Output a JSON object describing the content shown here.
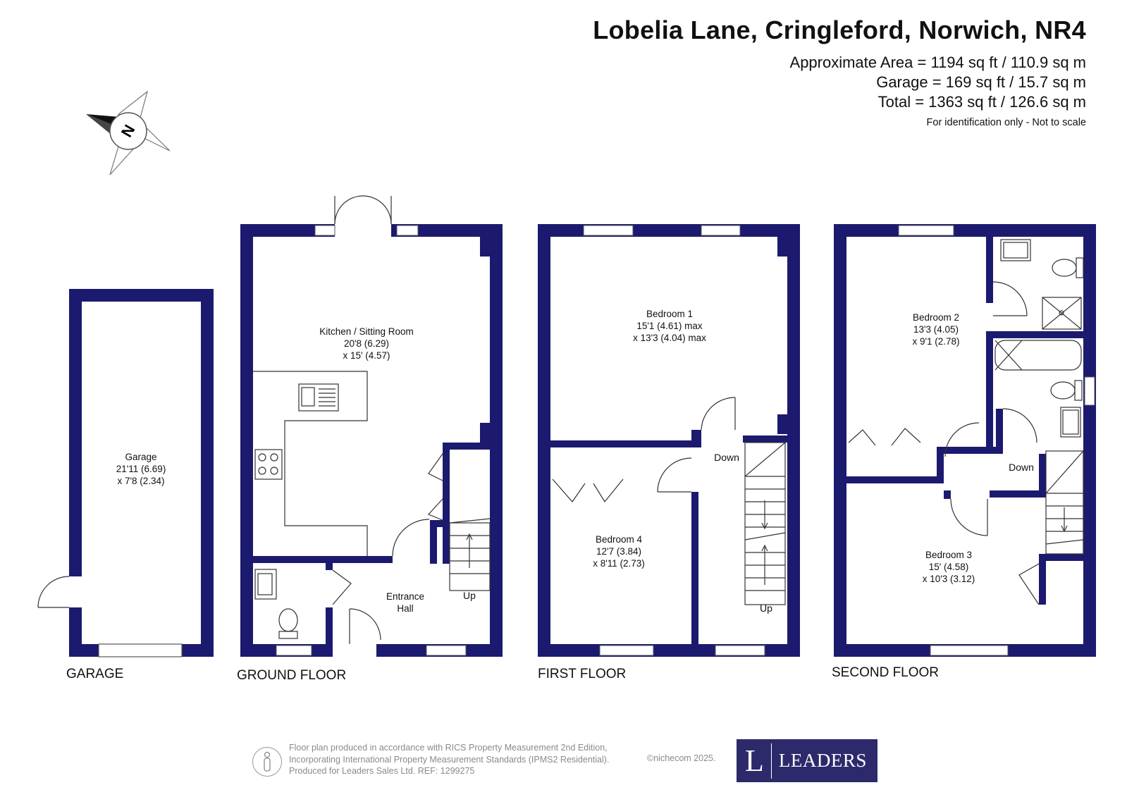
{
  "header": {
    "title": "Lobelia Lane, Cringleford, Norwich, NR4",
    "area_lines": [
      "Approximate Area = 1194 sq ft / 110.9 sq m",
      "Garage = 169 sq ft / 15.7 sq m",
      "Total = 1363 sq ft / 126.6 sq m"
    ],
    "note": "For identification only - Not to scale"
  },
  "compass": {
    "label": "N"
  },
  "colors": {
    "wall": "#1c1a6e",
    "window": "#ffffff",
    "fixture": "#555555"
  },
  "floors": {
    "garage": {
      "label": "GARAGE",
      "rooms": [
        {
          "name": "Garage",
          "dim1": "21'11 (6.69)",
          "dim2": "x 7'8 (2.34)"
        }
      ]
    },
    "ground": {
      "label": "GROUND FLOOR",
      "rooms": [
        {
          "name": "Kitchen / Sitting Room",
          "dim1": "20'8 (6.29)",
          "dim2": "x 15' (4.57)"
        },
        {
          "name": "Entrance",
          "dim1": "Hall",
          "dim2": ""
        }
      ],
      "stairs": "Up"
    },
    "first": {
      "label": "FIRST FLOOR",
      "rooms": [
        {
          "name": "Bedroom 1",
          "dim1": "15'1 (4.61) max",
          "dim2": "x 13'3 (4.04) max"
        },
        {
          "name": "Bedroom 4",
          "dim1": "12'7 (3.84)",
          "dim2": "x 8'11 (2.73)"
        }
      ],
      "stairs_down": "Down",
      "stairs_up": "Up"
    },
    "second": {
      "label": "SECOND FLOOR",
      "rooms": [
        {
          "name": "Bedroom 2",
          "dim1": "13'3 (4.05)",
          "dim2": "x 9'1 (2.78)"
        },
        {
          "name": "Bedroom 3",
          "dim1": "15' (4.58)",
          "dim2": "x 10'3 (3.12)"
        }
      ],
      "stairs_down": "Down"
    }
  },
  "footer": {
    "lines": [
      "Floor plan produced in accordance with RICS Property Measurement 2nd Edition,",
      "Incorporating International Property Measurement Standards (IPMS2 Residential).",
      "Produced for Leaders Sales Ltd.   REF:  1299275"
    ],
    "copyright": "©nichecom 2025."
  },
  "logo": {
    "initial": "L",
    "wordmark": "LEADERS"
  }
}
